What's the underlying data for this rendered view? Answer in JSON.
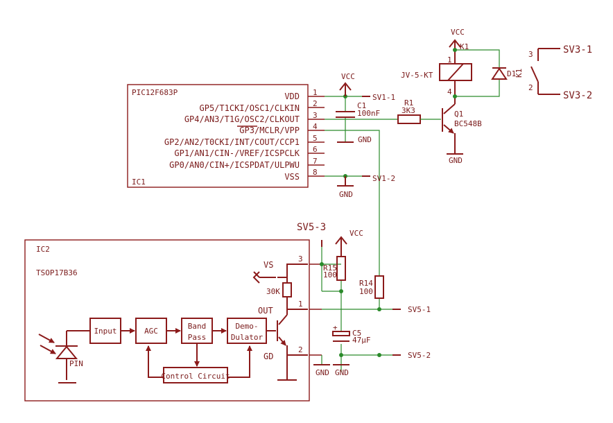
{
  "colors": {
    "part": "#8b1a1a",
    "wire": "#2a8a2a",
    "text": "#7a1a1a",
    "background": "#ffffff"
  },
  "ic1": {
    "part": "PIC12F683P",
    "name": "IC1",
    "pins": [
      {
        "label": "VDD",
        "num": "1"
      },
      {
        "label": "GP5/T1CKI/OSC1/CLKIN",
        "num": "2"
      },
      {
        "label": "GP4/AN3/T1G/OSC2/CLKOUT",
        "num": "3"
      },
      {
        "label": "GP3/MCLR/VPP",
        "num": "4"
      },
      {
        "label": "GP2/AN2/T0CKI/INT/COUT/CCP1",
        "num": "5"
      },
      {
        "label": "GP1/AN1/CIN-/VREF/ICSPCLK",
        "num": "6"
      },
      {
        "label": "GP0/AN0/CIN+/ICSPDAT/ULPWU",
        "num": "7"
      },
      {
        "label": "VSS",
        "num": "8"
      }
    ]
  },
  "power": {
    "vcc1": "VCC",
    "vcc2": "VCC",
    "vcc3": "VCC",
    "gnd1": "GND",
    "gnd2": "GND",
    "gnd3": "GND",
    "gnd4": "GND",
    "gnd5": "GND"
  },
  "c1": {
    "name": "C1",
    "value": "100nF"
  },
  "r1": {
    "name": "R1",
    "value": "3K3"
  },
  "q1": {
    "name": "Q1",
    "part": "BC548B"
  },
  "relay": {
    "part": "JV-5-KT",
    "coil": "K1",
    "contact": "K1",
    "pin1": "1",
    "pin4": "4",
    "pin2": "2",
    "pin3": "3"
  },
  "d1": {
    "name": "D1"
  },
  "sv1": {
    "p1": "SV1-1",
    "p2": "SV1-2"
  },
  "sv3": {
    "p1": "SV3-1",
    "p2": "SV3-2"
  },
  "sv5": {
    "title": "SV5-3",
    "p1": "SV5-1",
    "p2": "SV5-2"
  },
  "r15": {
    "name": "R15",
    "value": "100"
  },
  "r14": {
    "name": "R14",
    "value": "100"
  },
  "c5": {
    "name": "C5",
    "value": "47µF",
    "polarity": "+"
  },
  "ic2": {
    "name": "IC2",
    "part": "TSOP17B36",
    "vs": "VS",
    "out": "OUT",
    "gd": "GD",
    "res": "30K",
    "pin3": "3",
    "pin1": "1",
    "pin2": "2",
    "pin_diode": "PIN",
    "blocks": {
      "input": "Input",
      "agc": "AGC",
      "band1": "Band",
      "band2": "Pass",
      "demo1": "Demo-",
      "demo2": "Dulator",
      "control": "Control Circuit"
    }
  }
}
